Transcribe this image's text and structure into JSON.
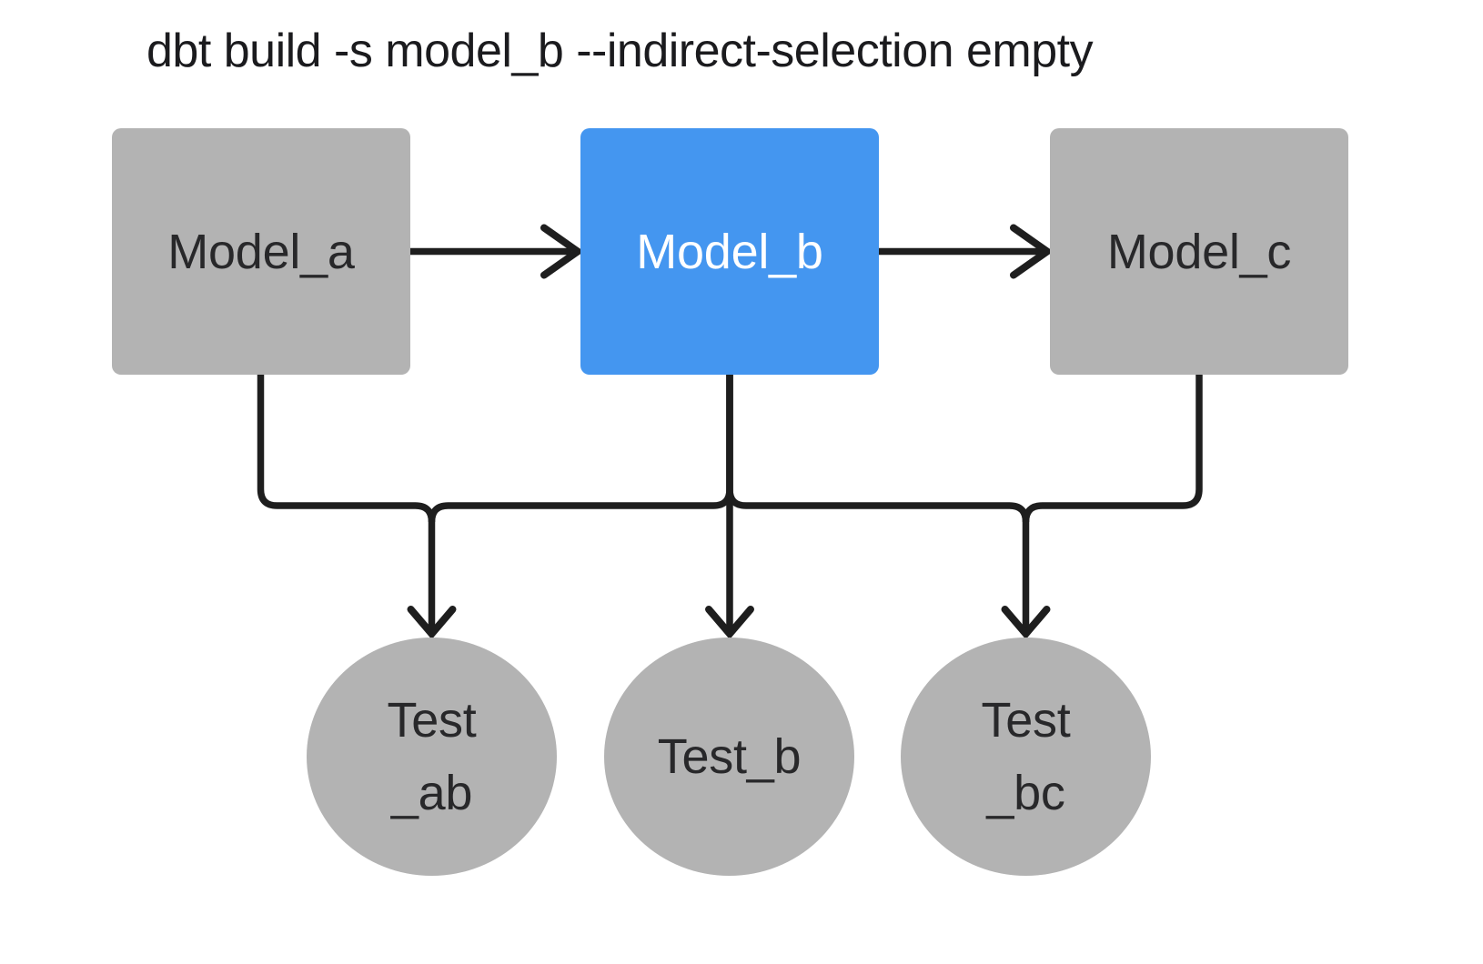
{
  "title": "dbt build -s model_b --indirect-selection empty",
  "colors": {
    "background": "#ffffff",
    "node_gray": "#b3b3b3",
    "selected_blue": "#4496f0",
    "edge": "#1e1e1e",
    "title_text": "#1b1b1e",
    "text_dark": "#28282a",
    "text_light": "#ffffff"
  },
  "models": [
    {
      "id": "model_a",
      "label": "Model_a",
      "selected": false
    },
    {
      "id": "model_b",
      "label": "Model_b",
      "selected": true
    },
    {
      "id": "model_c",
      "label": "Model_c",
      "selected": false
    }
  ],
  "tests": [
    {
      "id": "test_ab",
      "lines": [
        "Test",
        "_ab"
      ]
    },
    {
      "id": "test_b",
      "lines": [
        "Test_b"
      ]
    },
    {
      "id": "test_bc",
      "lines": [
        "Test",
        "_bc"
      ]
    }
  ],
  "edges": [
    {
      "from": "model_a",
      "to": "model_b"
    },
    {
      "from": "model_b",
      "to": "model_c"
    },
    {
      "from": "model_a",
      "to": "test_ab"
    },
    {
      "from": "model_b",
      "to": "test_ab"
    },
    {
      "from": "model_b",
      "to": "test_b"
    },
    {
      "from": "model_b",
      "to": "test_bc"
    },
    {
      "from": "model_c",
      "to": "test_bc"
    }
  ]
}
